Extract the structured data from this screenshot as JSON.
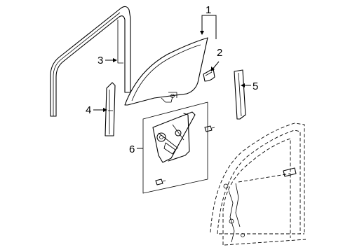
{
  "diagram": {
    "callouts": [
      {
        "id": "1",
        "label": "1"
      },
      {
        "id": "2",
        "label": "2"
      },
      {
        "id": "3",
        "label": "3"
      },
      {
        "id": "4",
        "label": "4"
      },
      {
        "id": "5",
        "label": "5"
      },
      {
        "id": "6",
        "label": "6"
      }
    ],
    "parts": [
      {
        "callout": "1",
        "name": "door-glass"
      },
      {
        "callout": "2",
        "name": "glass-clip"
      },
      {
        "callout": "3",
        "name": "front-run-channel"
      },
      {
        "callout": "4",
        "name": "front-lower-channel"
      },
      {
        "callout": "5",
        "name": "rear-lower-channel"
      },
      {
        "callout": "6",
        "name": "window-regulator"
      }
    ]
  }
}
